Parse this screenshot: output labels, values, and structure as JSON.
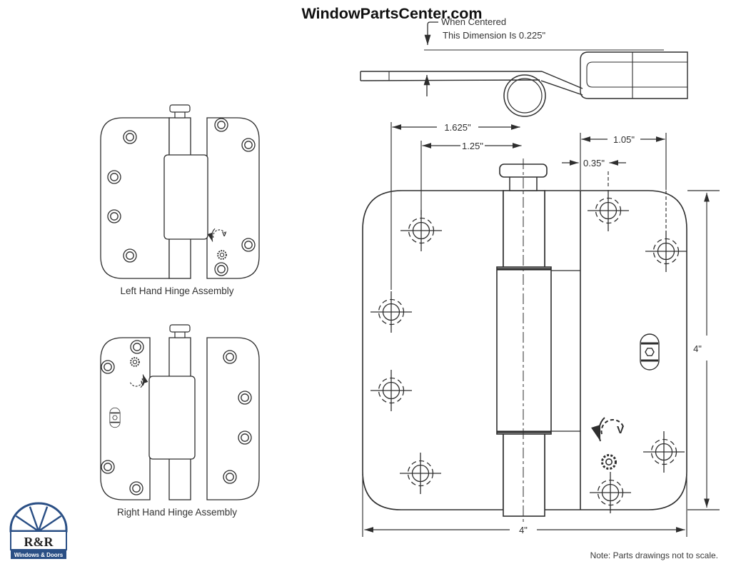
{
  "header": {
    "title": "WindowPartsCenter.com"
  },
  "callout": {
    "line1": "When Centered",
    "line2": "This Dimension Is 0.225\""
  },
  "assembly_labels": {
    "left": "Left Hand Hinge Assembly",
    "right": "Right Hand Hinge Assembly"
  },
  "dimensions": {
    "outer_hole_to_pin": "1.625\"",
    "inner_hole_to_pin": "1.25\"",
    "edge_to_far_hole_column": "1.05\"",
    "edge_to_near_hole_column": "0.35\"",
    "leaf_height": "4\"",
    "overall_width": "4\""
  },
  "adjustment": {
    "vertical_indicator": "V"
  },
  "note": "Note: Parts drawings not to scale.",
  "logo": {
    "title": "R&R",
    "tagline": "Windows & Doors"
  },
  "colors": {
    "line": "#2e2e2e",
    "logo_blue": "#2a4f85",
    "background": "#ffffff"
  }
}
